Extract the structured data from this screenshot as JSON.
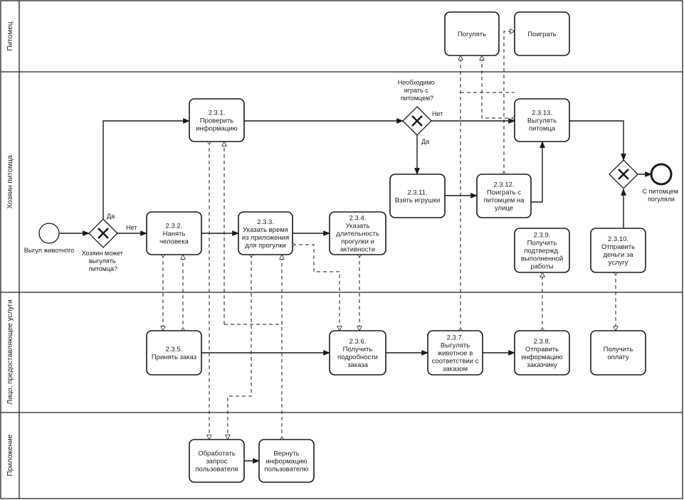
{
  "lanes": [
    {
      "id": "pet",
      "label": "Питомец"
    },
    {
      "id": "owner",
      "label": "Хозяин питомца"
    },
    {
      "id": "provider",
      "label": "Лицо, предоставляющее услуги"
    },
    {
      "id": "app",
      "label": "Приложение"
    }
  ],
  "tasks": {
    "t_walk_pet": [
      "Погулять"
    ],
    "t_play_pet": [
      "Поиграть"
    ],
    "t_231": [
      "2.3.1.",
      "Проверить",
      "информацию"
    ],
    "t_2313": [
      "2.3.13.",
      "Выгулять",
      "питомца"
    ],
    "t_2311": [
      "2.3.11.",
      "Взять игрушки"
    ],
    "t_2312": [
      "2.3.12.",
      "Поиграть с",
      "питомцем на",
      "улице"
    ],
    "t_232": [
      "2.3.2.",
      "Нанять",
      "человека"
    ],
    "t_233": [
      "2.3.3.",
      "Указать время",
      "из приложения",
      "для прогулки"
    ],
    "t_234": [
      "2.3.4.",
      "Указать",
      "длительность",
      "прогулки и",
      "активности"
    ],
    "t_239": [
      "2.3.9.",
      "Получить",
      "подтвержд.",
      "выполненной",
      "работы"
    ],
    "t_2310": [
      "2.3.10.",
      "Отправить",
      "деньги за",
      "услугу"
    ],
    "t_235": [
      "2.3.5.",
      "Принять заказ"
    ],
    "t_236": [
      "2.3.6.",
      "Получить",
      "подробности",
      "заказа"
    ],
    "t_237": [
      "2.3.7.",
      "Выгулять",
      "животное в",
      "соответствии с",
      "заказом"
    ],
    "t_238": [
      "2.3.8.",
      "Отправить",
      "информацию",
      "заказчику"
    ],
    "t_pay": [
      "Получить",
      "оплату"
    ],
    "t_proc": [
      "Обработать",
      "запрос",
      "пользователя"
    ],
    "t_ret": [
      "Вернуть",
      "информацию",
      "пользователю"
    ]
  },
  "events": {
    "start_label": "Выгул животного",
    "end_label": [
      "С питомцем",
      "погуляли"
    ]
  },
  "gateways": {
    "gw1_question": [
      "Хозяин может",
      "выгулять",
      "питомца?"
    ],
    "gw1_yes": "Да",
    "gw1_no": "Нет",
    "gw2_question": [
      "Необходимо",
      "играть с",
      "питомцем?"
    ],
    "gw2_yes": "Да",
    "gw2_no": "Нет"
  }
}
